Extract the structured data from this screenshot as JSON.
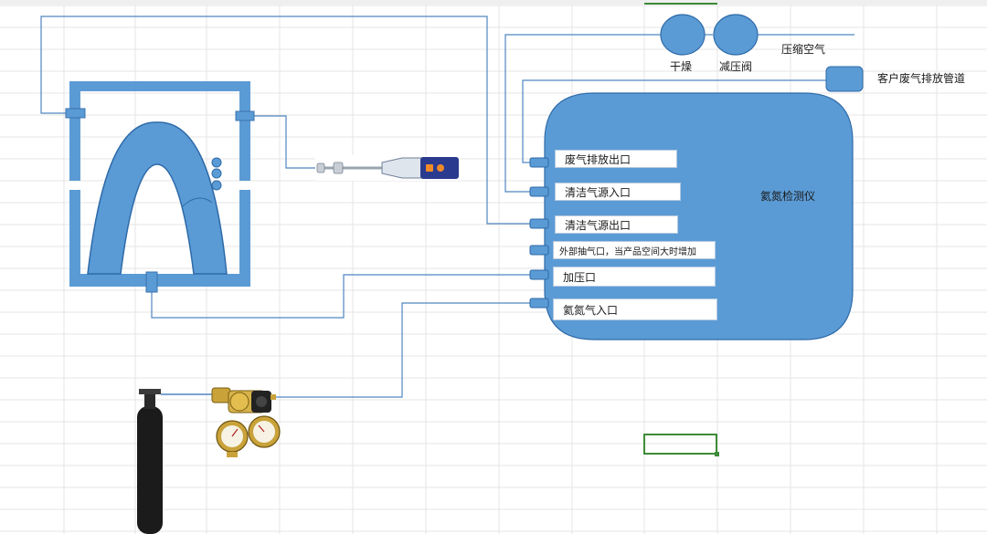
{
  "diagram": {
    "instrument_label": "氦氮检测仪",
    "ports": [
      {
        "label": "废气排放出口"
      },
      {
        "label": "清洁气源入口"
      },
      {
        "label": "清洁气源出口"
      },
      {
        "label": "外部抽气口，当产品空间大时增加"
      },
      {
        "label": "加压口"
      },
      {
        "label": "氦氮气入口"
      }
    ],
    "components": {
      "dryer": "干燥",
      "pressure_reducer": "减压阀",
      "compressed_air": "压缩空气",
      "customer_exhaust": "客户废气排放管道"
    }
  },
  "colors": {
    "accent_blue": "#5b9bd5",
    "pipe_blue": "#4f86c1",
    "grid": "#e3e3e3",
    "selection": "#3d8b37"
  }
}
